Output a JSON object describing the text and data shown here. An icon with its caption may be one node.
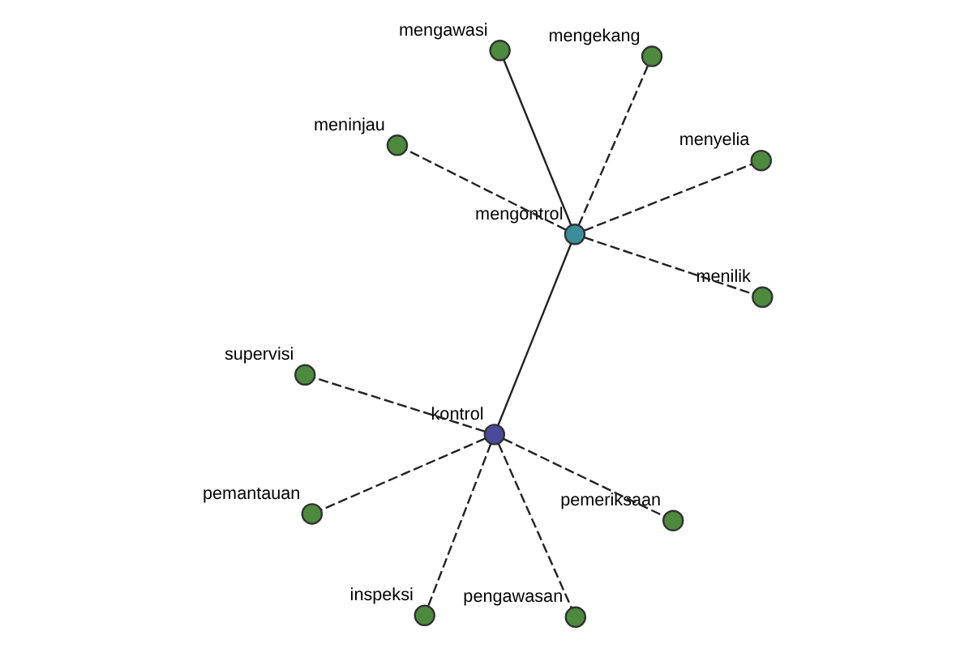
{
  "diagram": {
    "nodes": [
      {
        "text": [
          "mengontrol"
        ]
      },
      {
        "text": [
          "menyelia"
        ]
      },
      {
        "text": [
          "menilik"
        ]
      },
      {
        "text": [
          "meninjau"
        ]
      },
      {
        "text": [
          "mengekang"
        ]
      },
      {
        "text": [
          "mengawasi"
        ]
      },
      {
        "text": [
          "kontrol"
        ]
      },
      {
        "text": [
          "pemeriksaan"
        ]
      },
      {
        "text": [
          "supervisi"
        ]
      },
      {
        "text": [
          "inspeksi"
        ]
      },
      {
        "text": [
          "pengawasan"
        ]
      },
      {
        "text": [
          "pemantauan"
        ]
      }
    ],
    "edges": [
      {
        "from": 0,
        "to": 1,
        "arrow": "none",
        "style": "dashed"
      },
      {
        "from": 0,
        "to": 2,
        "arrow": "none",
        "style": "dashed"
      },
      {
        "from": 0,
        "to": 3,
        "arrow": "none",
        "style": "dashed"
      },
      {
        "from": 0,
        "to": 4,
        "arrow": "none",
        "style": "dashed"
      },
      {
        "from": 0,
        "to": 5,
        "arrow": "none"
      },
      {
        "from": 0,
        "to": 6,
        "arrow": "none"
      },
      {
        "from": 6,
        "to": 7,
        "arrow": "none",
        "style": "dashed"
      },
      {
        "from": 6,
        "to": 8,
        "arrow": "none",
        "style": "dashed"
      },
      {
        "from": 6,
        "to": 9,
        "arrow": "none",
        "style": "dashed"
      },
      {
        "from": 6,
        "to": 10,
        "arrow": "none",
        "style": "dashed"
      },
      {
        "from": 6,
        "to": 11,
        "arrow": "none",
        "style": "dashed"
      }
    ]
  }
}
